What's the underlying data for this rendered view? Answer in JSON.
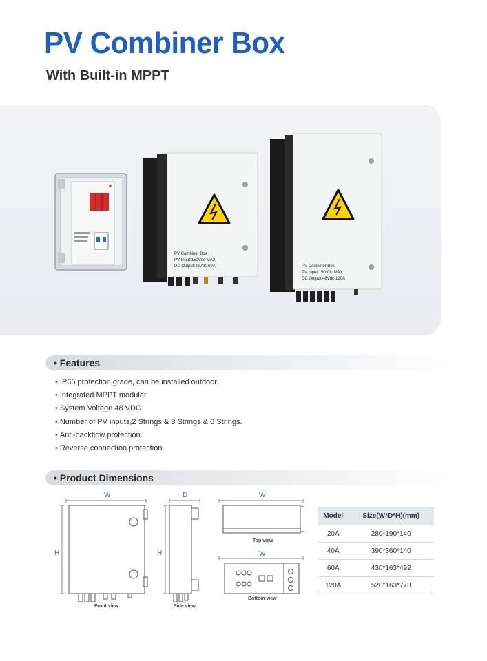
{
  "header": {
    "title": "PV Combiner Box",
    "subtitle": "With Built-in MPPT"
  },
  "hero": {
    "box_medium_label": [
      "PV Combiner Box",
      "PV Input:150Vdc MAX",
      "DC Output:48Vdc-60A"
    ],
    "box_large_label": [
      "PV Combiner Box",
      "PV Input:150Vdc MAX",
      "DC Output:48Vdc-120A"
    ]
  },
  "features": {
    "heading": "• Features",
    "items": [
      "IP65 protection grade, can be installed outdoor.",
      "Integrated MPPT modular.",
      "System Voltage 48 VDC.",
      "Number of PV inputs,2 Strings & 3 Strings & 6 Strings.",
      "Anti-backflow protection.",
      "Reverse connection protection."
    ]
  },
  "dimensions": {
    "heading": "• Product Dimensions",
    "labels": {
      "front_w": "W",
      "front_h": "H",
      "side_d": "D",
      "side_h": "H",
      "top_w": "W",
      "bottom_w": "W"
    },
    "views": {
      "front": "Front view",
      "side": "Side view",
      "top": "Top view",
      "bottom": "Bottom view"
    },
    "table": {
      "headers": [
        "Model",
        "Size(W*D*H)(mm)"
      ],
      "rows": [
        [
          "20A",
          "280*190*140"
        ],
        [
          "40A",
          "390*360*140"
        ],
        [
          "60A",
          "430*163*492"
        ],
        [
          "120A",
          "520*163*778"
        ]
      ]
    }
  },
  "colors": {
    "title": "#1f5fbf",
    "accent_dot": "#d0362c",
    "table_rule": "#3a5f93",
    "dimension_label": "#2f6bc4"
  }
}
